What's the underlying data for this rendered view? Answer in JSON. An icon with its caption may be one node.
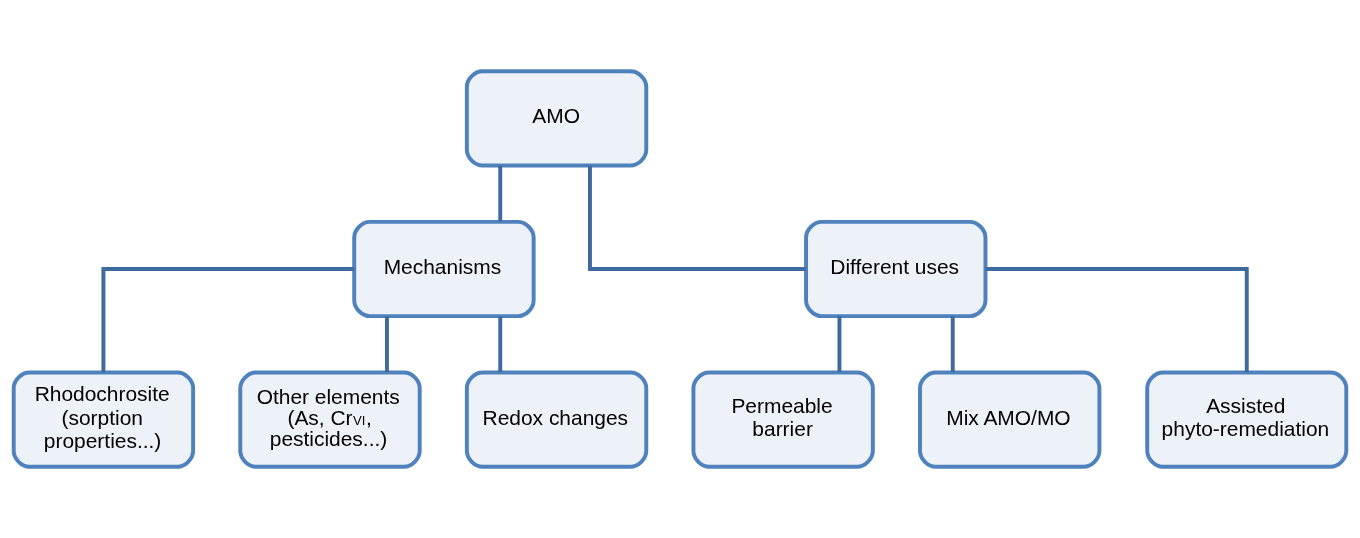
{
  "diagram": {
    "nodes": [
      {
        "text": [
          "AMO"
        ]
      },
      {
        "text": [
          "Mechanisms"
        ]
      },
      {
        "text": [
          "Different uses"
        ]
      },
      {
        "text": [
          "Rhodochrosite (sorption properties...)"
        ]
      },
      {
        "text": [
          "Other elements (As, Cr$^{VI}$, pesticides...)"
        ]
      },
      {
        "text": [
          "Redox changes"
        ]
      },
      {
        "text": [
          "Permeable barrier"
        ]
      },
      {
        "text": [
          "Mix AMO/MO"
        ]
      },
      {
        "text": [
          "Assisted phyto-remediation"
        ]
      }
    ],
    "edges": [
      {
        "from": 0,
        "to": 1,
        "arrow": "none"
      },
      {
        "from": 0,
        "to": 2,
        "arrow": "none"
      },
      {
        "from": 1,
        "to": 3,
        "arrow": "none"
      },
      {
        "from": 1,
        "to": 4,
        "arrow": "none"
      },
      {
        "from": 1,
        "to": 5,
        "arrow": "none"
      },
      {
        "from": 2,
        "to": 6,
        "arrow": "none"
      },
      {
        "from": 2,
        "to": 7,
        "arrow": "none"
      },
      {
        "from": 2,
        "to": 8,
        "arrow": "none"
      }
    ]
  }
}
